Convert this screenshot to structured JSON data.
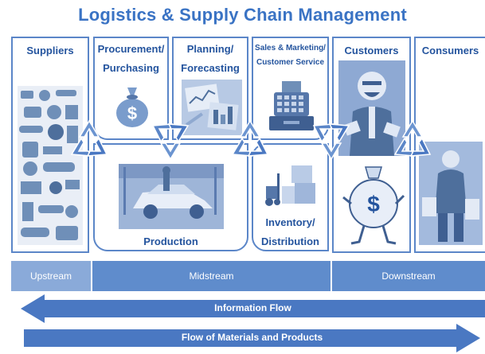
{
  "title": "Logistics & Supply Chain Management",
  "stages": {
    "suppliers": "Suppliers",
    "procurement_1": "Procurement/",
    "procurement_2": "Purchasing",
    "planning_1": "Planning/",
    "planning_2": "Forecasting",
    "sales_1": "Sales & Marketing/",
    "sales_2": "Customer Service",
    "customers": "Customers",
    "consumers": "Consumers",
    "production": "Production",
    "inventory_1": "Inventory/",
    "inventory_2": "Distribution"
  },
  "streams": {
    "upstream": "Upstream",
    "midstream": "Midstream",
    "downstream": "Downstream"
  },
  "flows": {
    "information": "Information Flow",
    "materials": "Flow of Materials and Products"
  },
  "icons": {
    "money_bag_symbol": "$"
  },
  "colors": {
    "title": "#3a73c4",
    "panel_border": "#5b86c8",
    "band_light": "#7fa3d9",
    "band_dark": "#4f7fc6",
    "arrow": "#4a78c2"
  }
}
